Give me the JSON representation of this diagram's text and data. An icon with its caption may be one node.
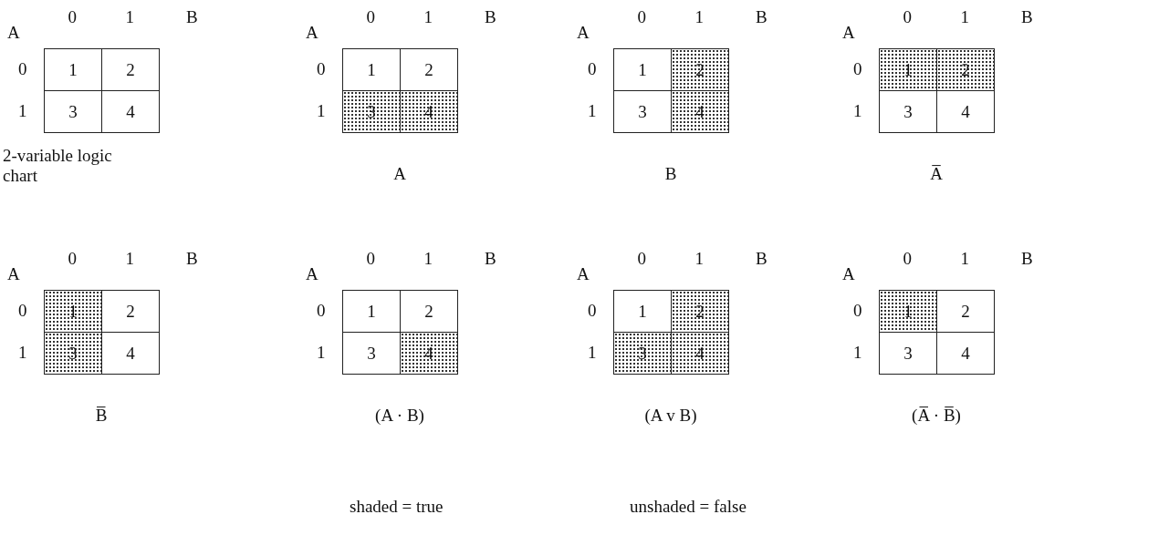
{
  "diagram": {
    "nodes": [
      {
        "text": [
          "1"
        ]
      },
      {
        "text": [
          "2"
        ]
      },
      {
        "text": [
          "3"
        ]
      },
      {
        "text": [
          "4"
        ]
      },
      {
        "text": [
          "1"
        ]
      },
      {
        "text": [
          "2"
        ]
      },
      {
        "text": [
          "3"
        ]
      },
      {
        "text": [
          "4"
        ]
      },
      {
        "text": [
          "1"
        ]
      },
      {
        "text": [
          "2"
        ]
      },
      {
        "text": [
          "3"
        ]
      },
      {
        "text": [
          "4"
        ]
      },
      {
        "text": [
          "1"
        ]
      },
      {
        "text": [
          "2"
        ]
      },
      {
        "text": [
          "3"
        ]
      },
      {
        "text": [
          "4"
        ]
      },
      {
        "text": [
          "1"
        ]
      },
      {
        "text": [
          "2"
        ]
      },
      {
        "text": [
          "3"
        ]
      },
      {
        "text": [
          "4"
        ]
      },
      {
        "text": [
          "1"
        ]
      },
      {
        "text": [
          "2"
        ]
      },
      {
        "text": [
          "3"
        ]
      },
      {
        "text": [
          "4"
        ]
      },
      {
        "text": [
          "1"
        ]
      },
      {
        "text": [
          "2"
        ]
      },
      {
        "text": [
          "3"
        ]
      },
      {
        "text": [
          "4"
        ]
      },
      {
        "text": [
          "1"
        ]
      },
      {
        "text": [
          "2"
        ]
      },
      {
        "text": [
          "3"
        ]
      },
      {
        "text": [
          "4"
        ]
      }
    ],
    "labels": [
      "A",
      "0",
      "1",
      "B",
      "0",
      "1",
      "2-variable logic chart",
      "A",
      "0",
      "1",
      "B",
      "0",
      "1",
      "A",
      "A",
      "0",
      "1",
      "B",
      "0",
      "1",
      "B",
      "A",
      "0",
      "1",
      "B",
      "0",
      "1",
      "A̅",
      "A",
      "0",
      "1",
      "B",
      "0",
      "1",
      "B̅",
      "A",
      "0",
      "1",
      "B",
      "0",
      "1",
      "(A · B)",
      "A",
      "0",
      "1",
      "B",
      "0",
      "1",
      "(A v B)",
      "A",
      "0",
      "1",
      "B",
      "0",
      "1",
      "(A̅ · B̅)",
      "shaded = true",
      "unshaded = false"
    ]
  }
}
